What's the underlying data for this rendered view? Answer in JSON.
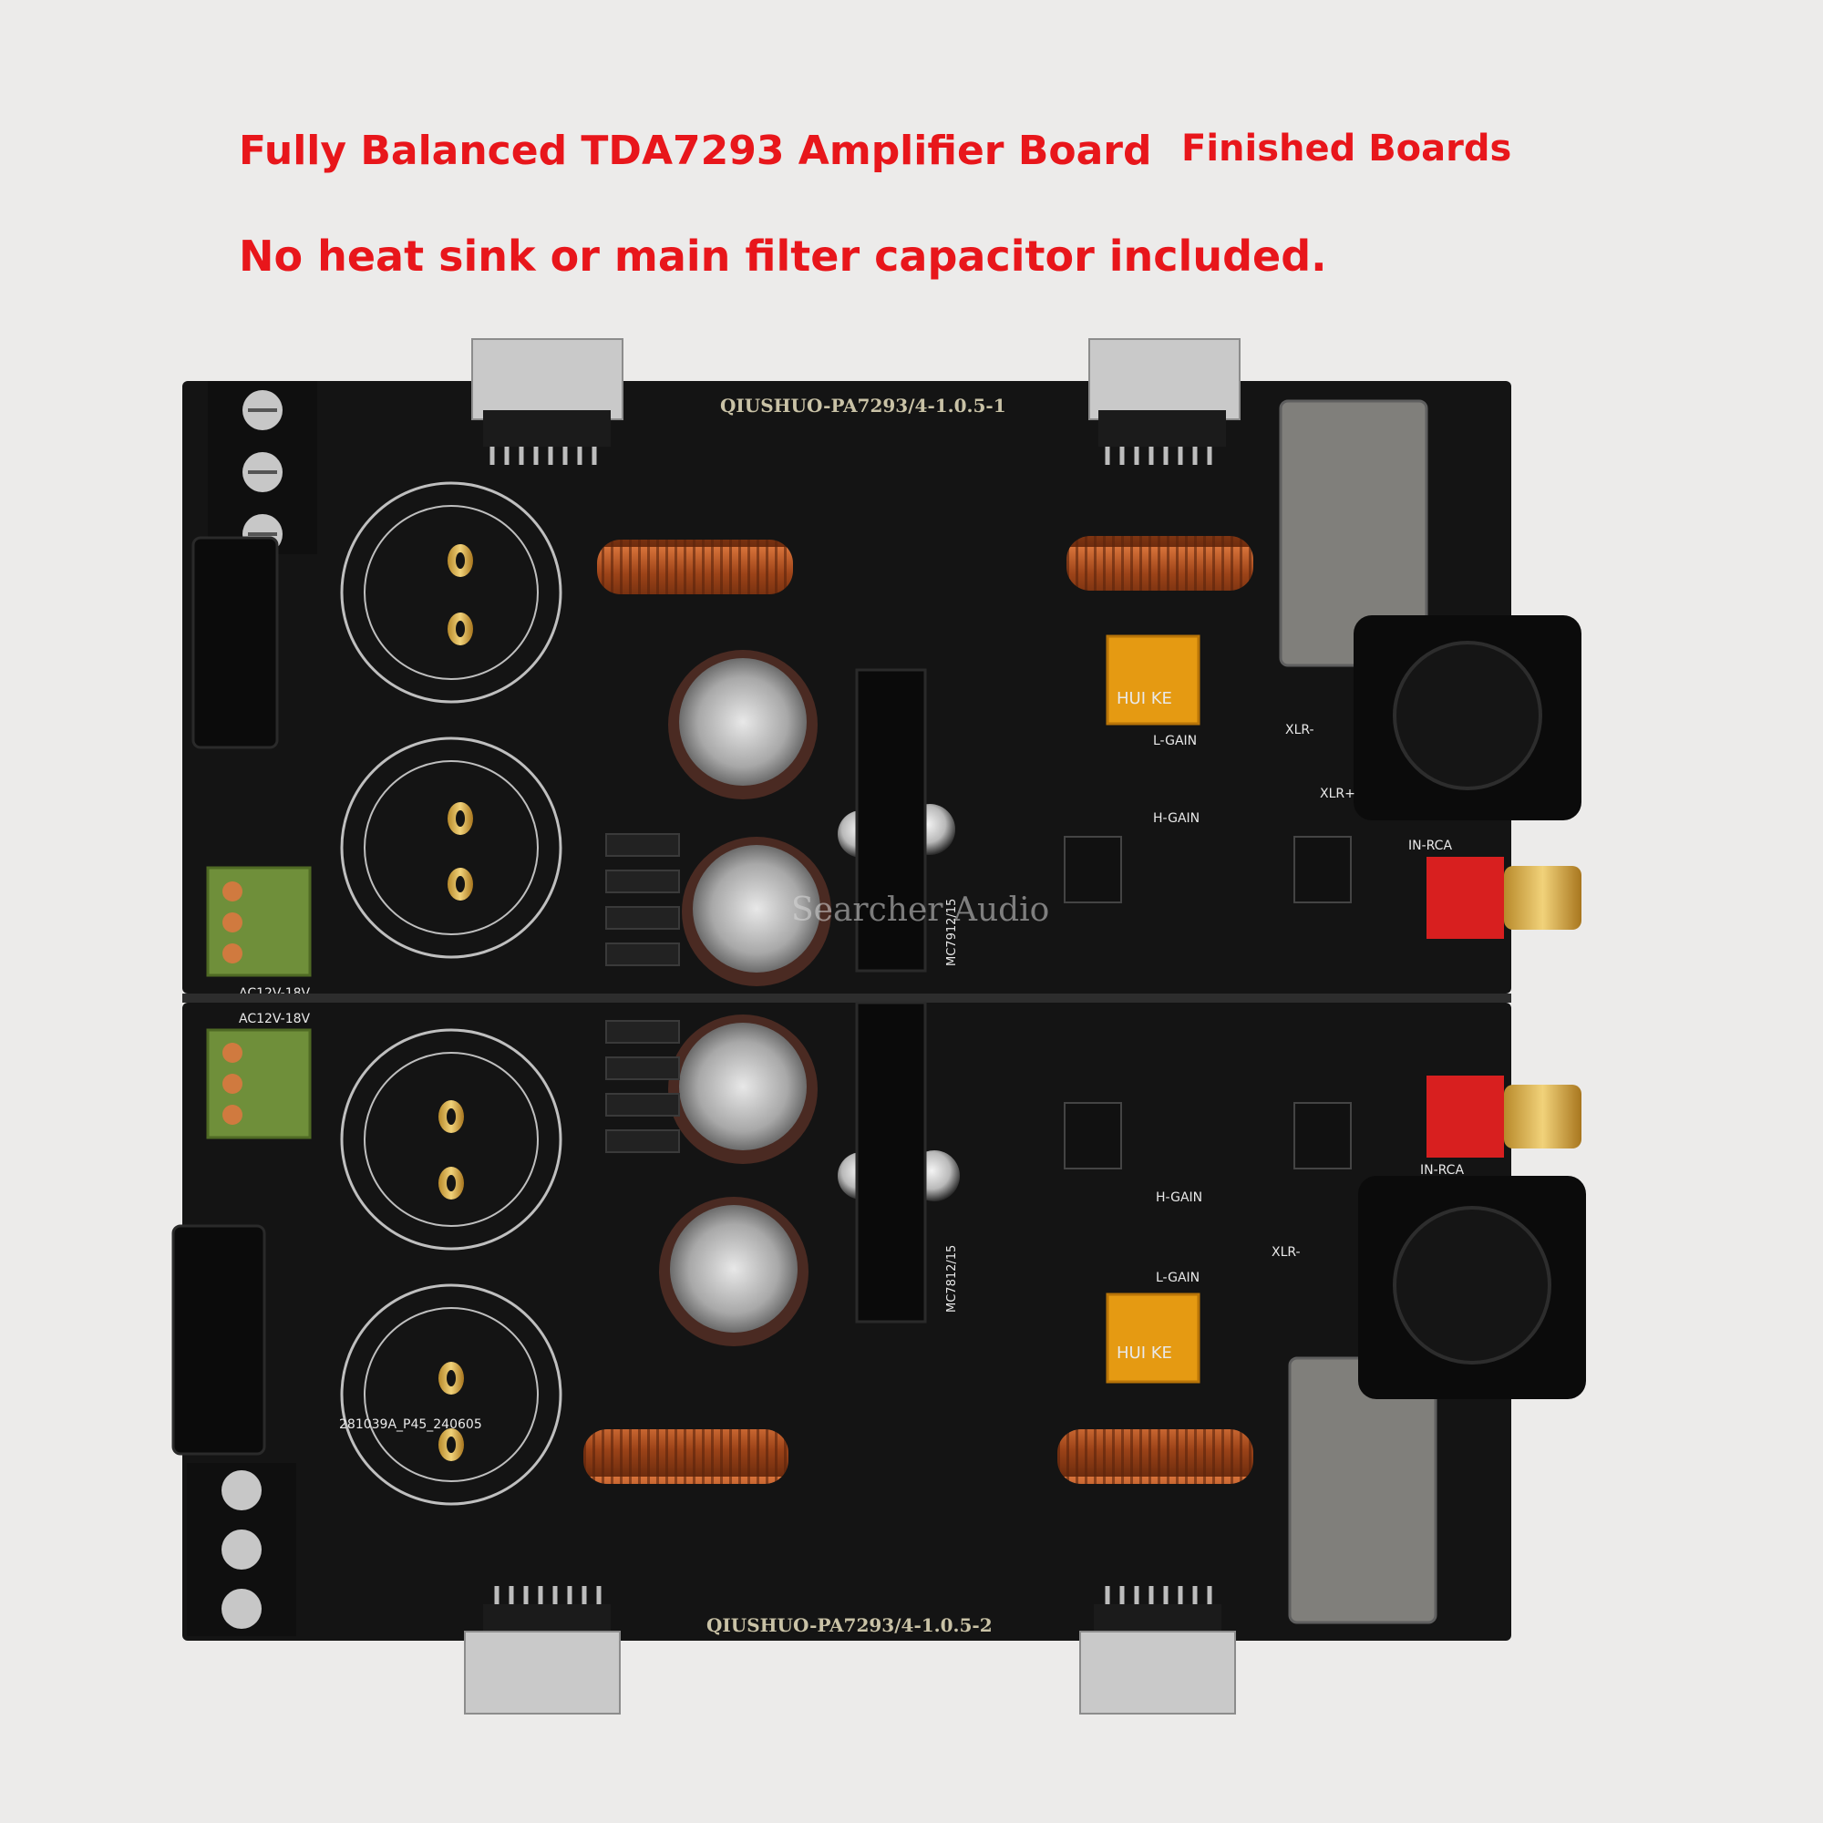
{
  "captions": {
    "title": "Fully Balanced TDA7293 Amplifier Board",
    "badge": "Finished Boards",
    "note": "No heat sink or main filter capacitor included."
  },
  "board_top": {
    "model": "QIUSHUO-PA7293/4-1.0.5-1",
    "l_gain": "L-GAIN",
    "h_gain": "H-GAIN",
    "in_rca": "IN-RCA",
    "xlr_minus": "XLR-",
    "xlr_plus": "XLR+",
    "ac_in": "AC12V-18V",
    "relay_brand": "HUI KE",
    "regulator": "MC7912/15"
  },
  "board_bottom": {
    "model": "QIUSHUO-PA7293/4-1.0.5-2",
    "l_gain": "L-GAIN",
    "h_gain": "H-GAIN",
    "in_rca": "IN-RCA",
    "xlr_minus": "XLR-",
    "ac_in": "AC12V-18V",
    "relay_brand": "HUI KE",
    "regulator": "MC7812/15",
    "pcb_id": "281039A_P45_240605"
  },
  "watermark": "Searcher Audio",
  "colors": {
    "caption_red": "#e8161b",
    "pcb_black": "#141414",
    "capacitor_brown": "#4a2a22",
    "terminal_green": "#6f8f3a",
    "relay_orange": "#e59a12"
  }
}
